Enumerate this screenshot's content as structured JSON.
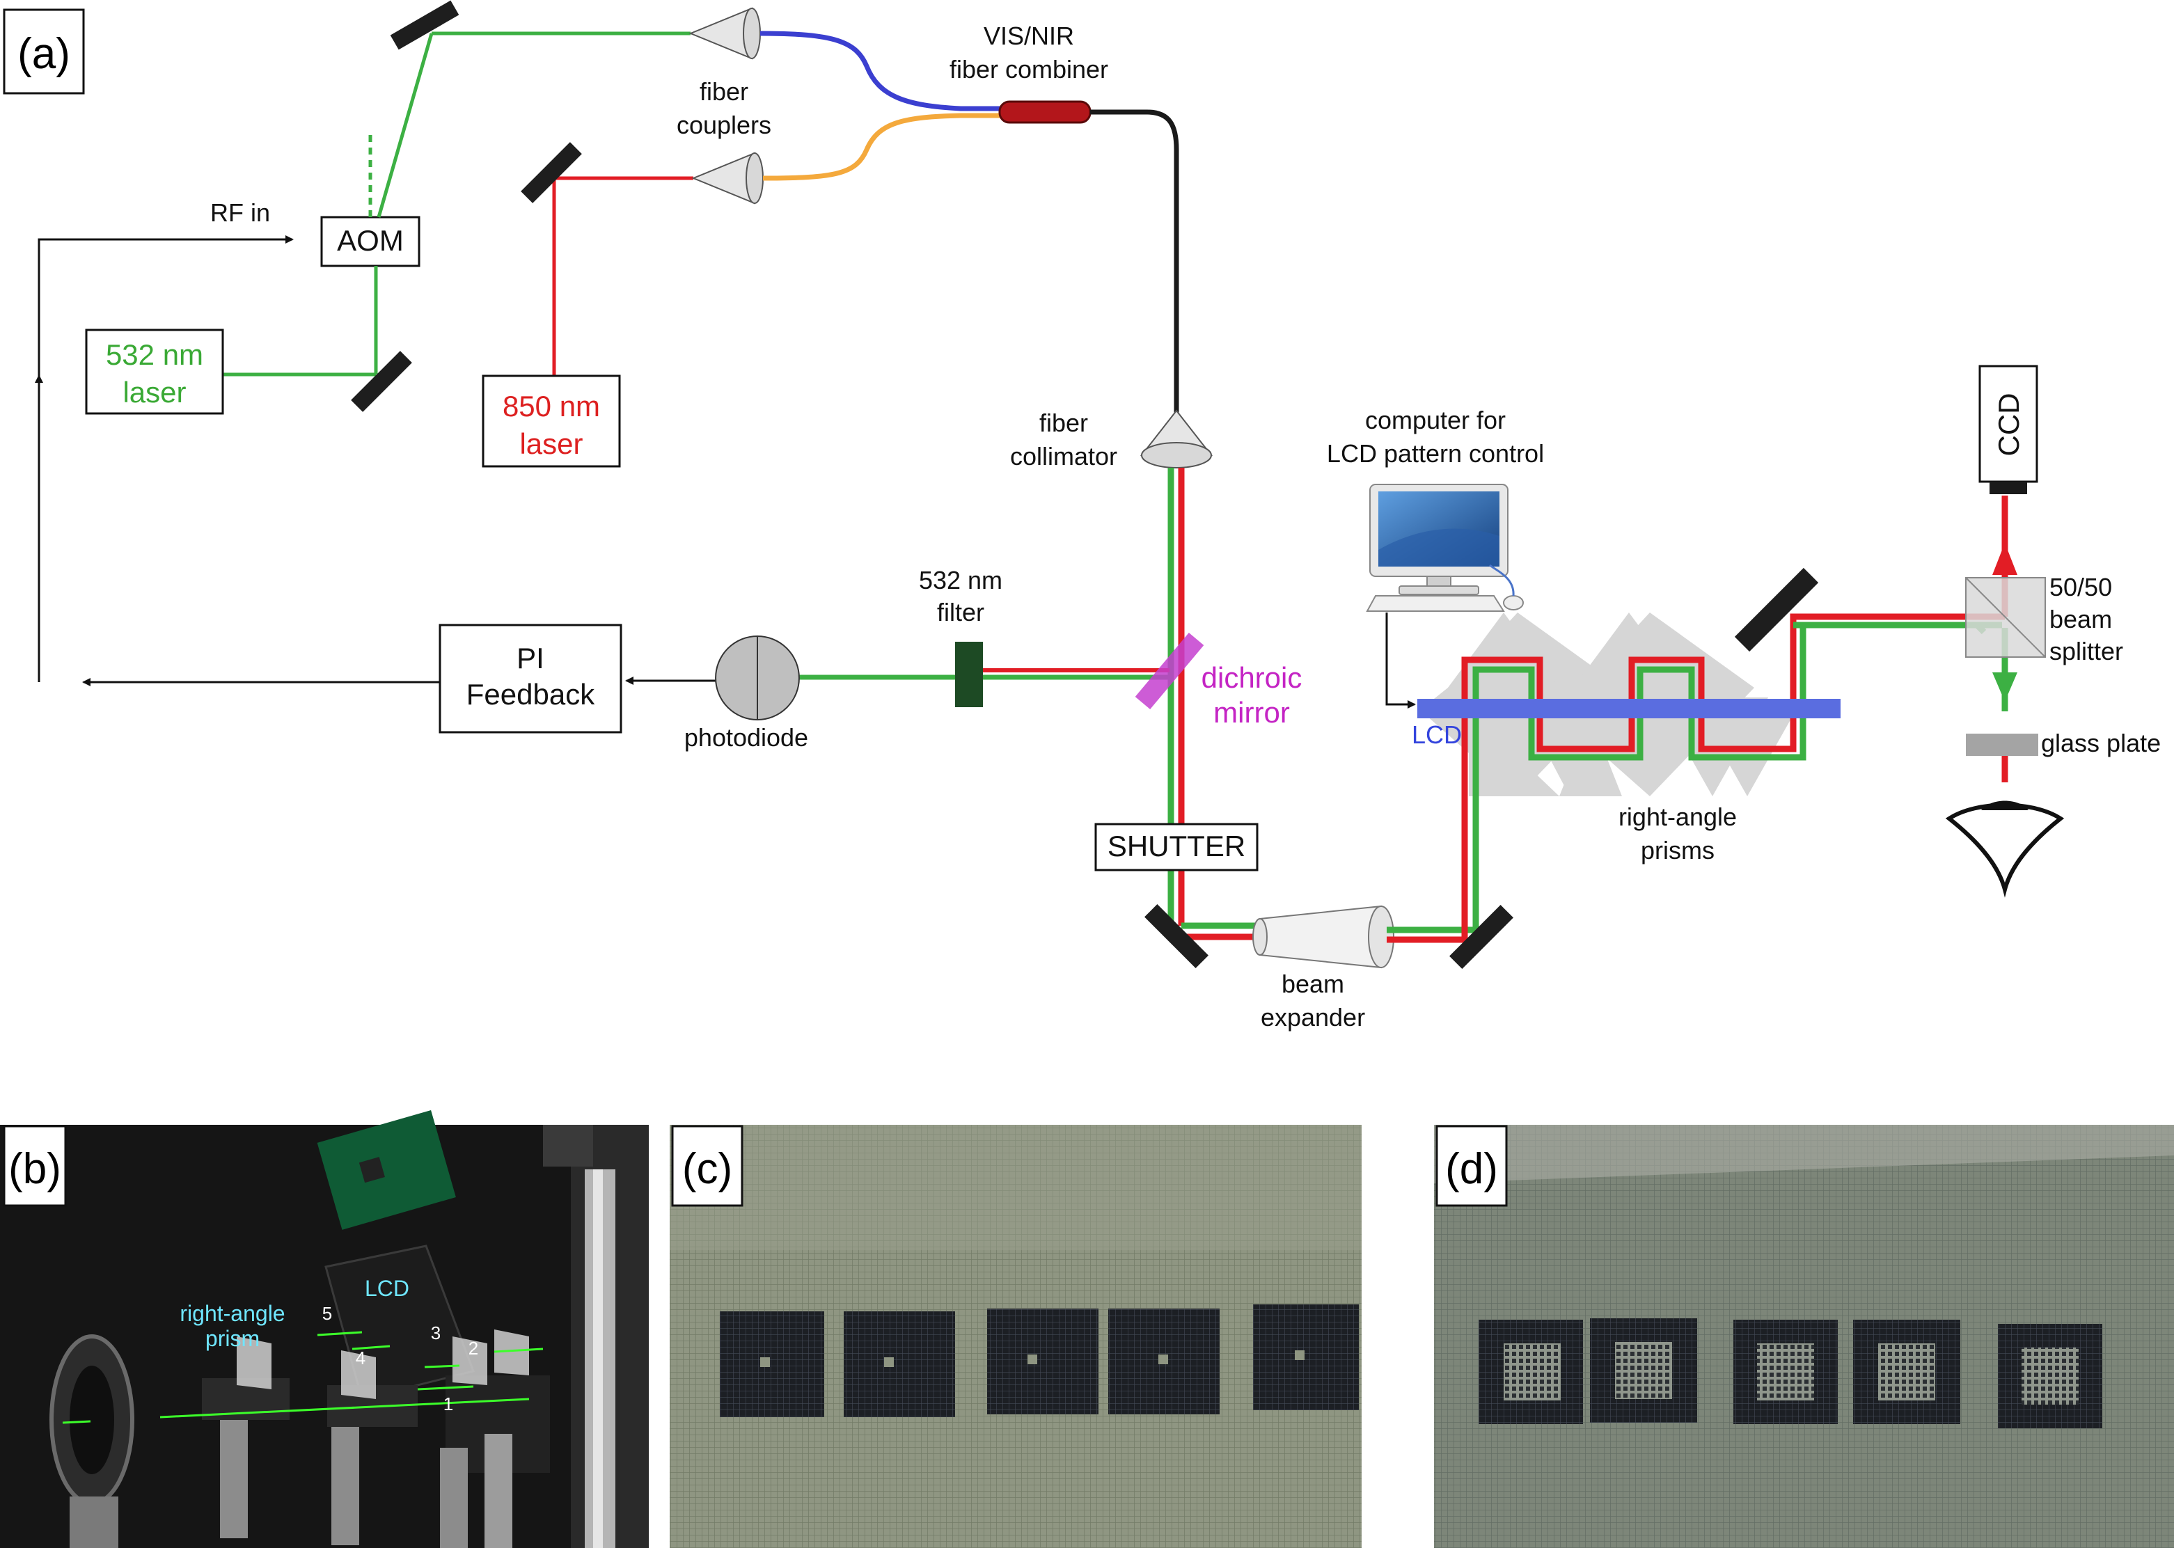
{
  "panels": {
    "a": "(a)",
    "b": "(b)",
    "c": "(c)",
    "d": "(d)"
  },
  "labels": {
    "rf_in": "RF in",
    "aom": "AOM",
    "laser532_line1": "532 nm",
    "laser532_line2": "laser",
    "laser850_line1": "850 nm",
    "laser850_line2": "laser",
    "fiber_couplers_1": "fiber",
    "fiber_couplers_2": "couplers",
    "combiner_1": "VIS/NIR",
    "combiner_2": "fiber combiner",
    "collimator_1": "fiber",
    "collimator_2": "collimator",
    "computer_1": "computer for",
    "computer_2": "LCD pattern control",
    "ccd": "CCD",
    "splitter_1": "50/50",
    "splitter_2": "beam",
    "splitter_3": "splitter",
    "glass_plate": "glass plate",
    "filter_1": "532 nm",
    "filter_2": "filter",
    "dichroic_1": "dichroic",
    "dichroic_2": "mirror",
    "pi_1": "PI",
    "pi_2": "Feedback",
    "photodiode": "photodiode",
    "lcd": "LCD",
    "prisms_1": "right-angle",
    "prisms_2": "prisms",
    "shutter": "SHUTTER",
    "expander_1": "beam",
    "expander_2": "expander"
  },
  "photo_b": {
    "lcd": "LCD",
    "prism_1": "right-angle",
    "prism_2": "prism",
    "n1": "1",
    "n2": "2",
    "n3": "3",
    "n4": "4",
    "n5": "5"
  },
  "colors": {
    "green_beam": "#3cb043",
    "red_beam": "#e21d25",
    "blue_fiber": "#3b3fd0",
    "orange_fiber": "#f4a93c",
    "lcd_blue": "#5a6de0",
    "dichroic_magenta": "#c43fcf",
    "mirror": "#1e1e1e",
    "green_text": "#3aa935",
    "red_text": "#dd2020",
    "magenta_text": "#c424c4",
    "lcd_text": "#3344dd"
  }
}
